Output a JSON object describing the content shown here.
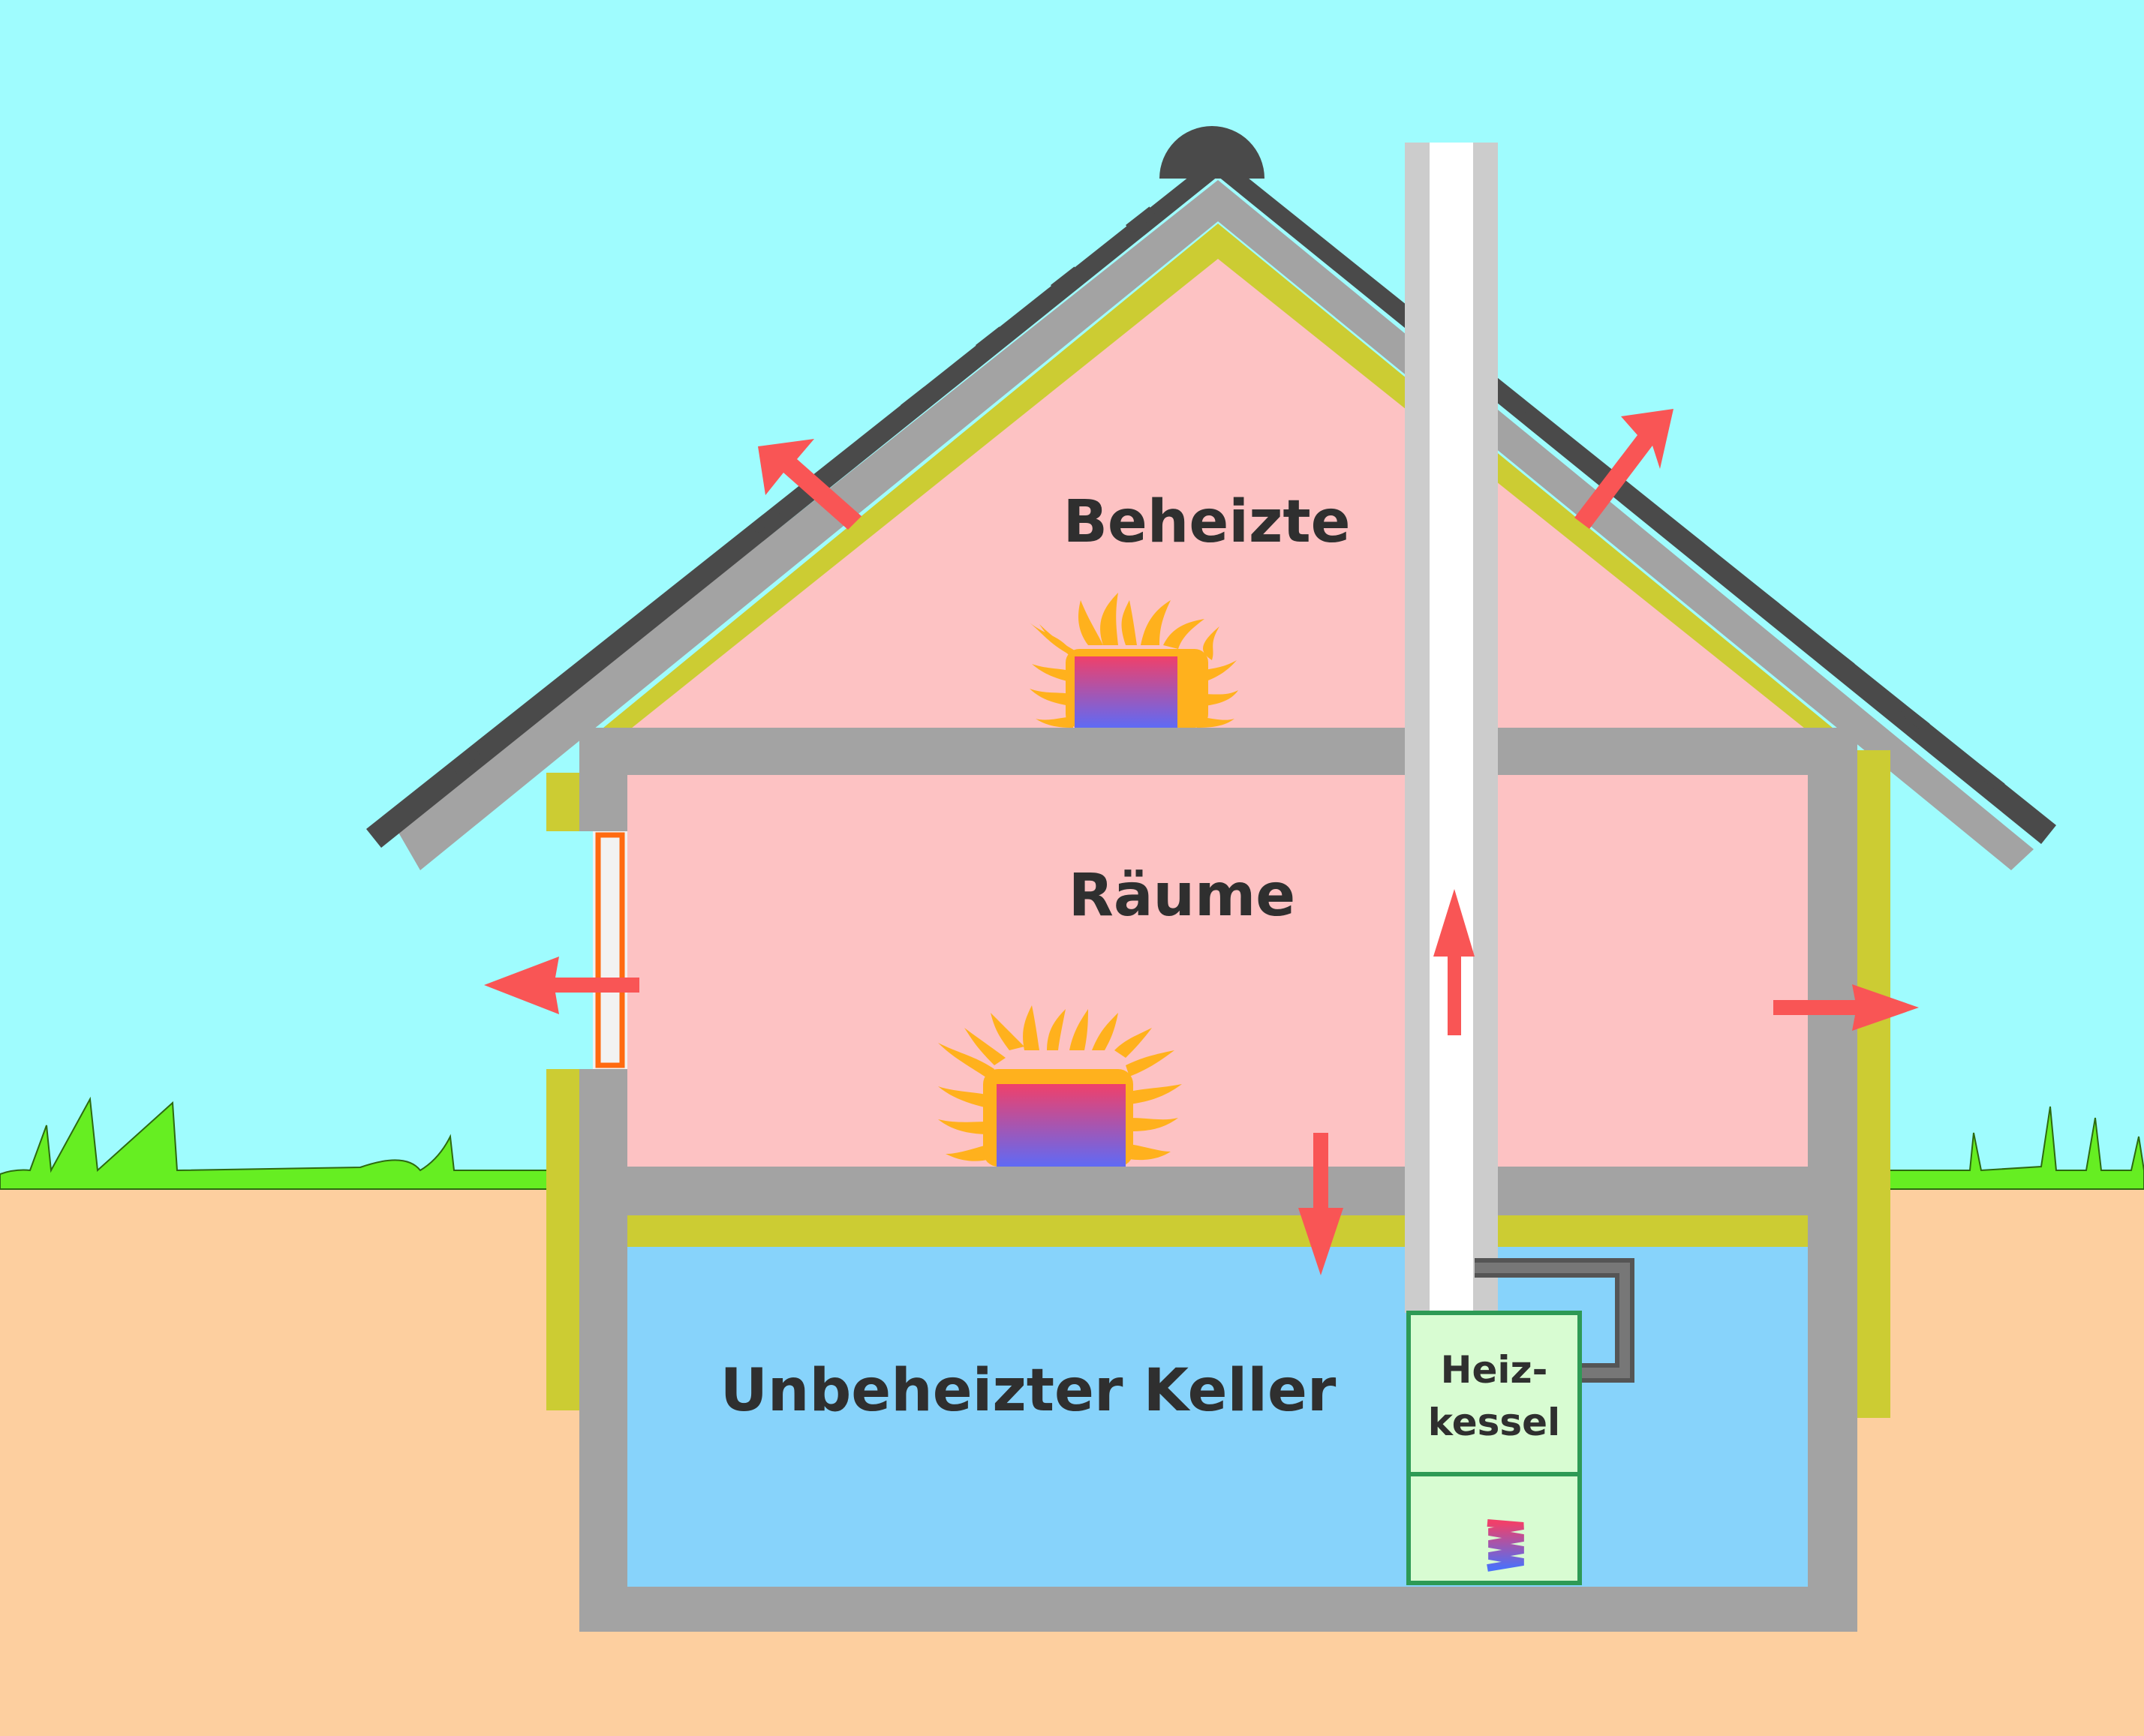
{
  "labels": {
    "heated_top": "Beheizte",
    "heated_bottom": "Räume",
    "cellar": "Unbeheizter Keller",
    "boiler_line1": "Heiz-",
    "boiler_line2": "kessel"
  },
  "colors": {
    "sky": "#9ffcfe",
    "ground": "#fdcf9f",
    "grass": "#66ee22",
    "heated_room": "#fdc2c3",
    "cellar": "#87d3fb",
    "wall": "#a3a3a3",
    "insulation": "#cccc33",
    "roof_tiles": "#4a4a4a",
    "chimney": "#cccccc",
    "heat_loss_arrow": "#f95555",
    "window_frame": "#ff6a10",
    "boiler_fill": "#d8fcd2",
    "boiler_border": "#2e9a55",
    "flame": "#ffb11d"
  },
  "icons": [
    "heat-loss-arrow",
    "radiator-heat-icon",
    "boiler-coil-icon",
    "grass"
  ]
}
